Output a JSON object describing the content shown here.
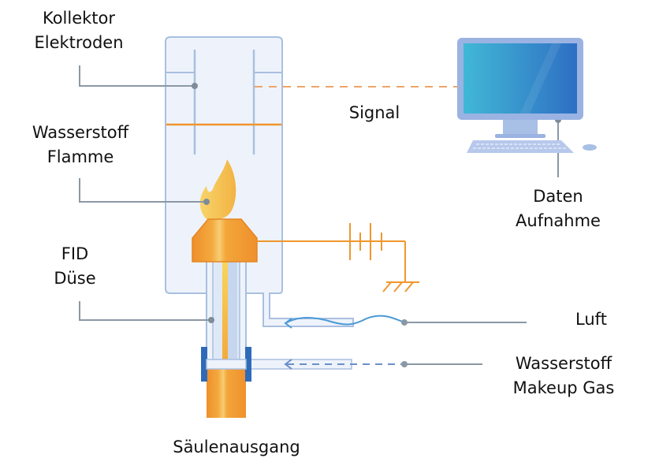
{
  "diagram": {
    "title": "Flammenionisationsdetektor (FID) Schema",
    "labels": {
      "collector": [
        "Kollektor",
        "Elektroden"
      ],
      "flame": [
        "Wasserstoff",
        "Flamme"
      ],
      "nozzle": [
        "FID",
        "Düse"
      ],
      "signal": "Signal",
      "data": [
        "Daten",
        "Aufnahme"
      ],
      "air": "Luft",
      "hydrogen": [
        "Wasserstoff",
        "Makeup Gas"
      ],
      "column": "Säulenausgang"
    },
    "colors": {
      "housing_fill": "#eef3fb",
      "housing_stroke": "#a9bfe0",
      "orange": "#f0962e",
      "orange_light": "#f7c56a",
      "flame": "#f6c650",
      "leader": "#8a98a6",
      "blue_clamp": "#2f6ab8",
      "air_wave": "#4a9ad6",
      "screen_start": "#3fb6d6",
      "screen_end": "#2f72c4",
      "monitor_frame": "#9ab3e2"
    }
  }
}
